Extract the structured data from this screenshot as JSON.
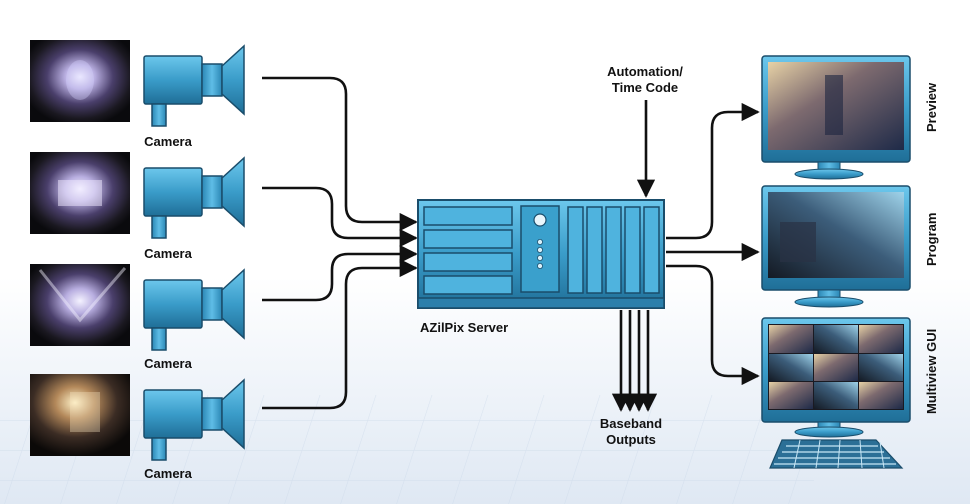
{
  "labels": {
    "cameras": [
      "Camera",
      "Camera",
      "Camera",
      "Camera"
    ],
    "server": "AZilPix Server",
    "automation_line1": "Automation/",
    "automation_line2": "Time Code",
    "baseband_line1": "Baseband",
    "baseband_line2": "Outputs",
    "preview": "Preview",
    "program": "Program",
    "multiview": "Multiview GUI"
  },
  "colors": {
    "device_blue": "#3a9cc9",
    "device_dark": "#1d4f6e",
    "arrow": "#111111"
  }
}
